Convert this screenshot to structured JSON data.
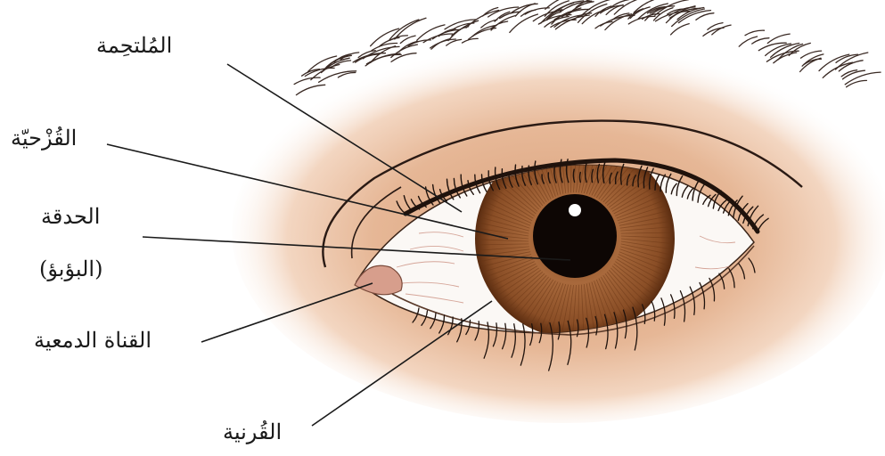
{
  "labels": {
    "conjunctiva": "المُلتحِمة",
    "iris": "القُزْحيّة",
    "pupil": "الحدقة",
    "pupil_alt": "(البؤبؤ)",
    "tear_duct": "القناة الدمعية",
    "cornea": "القُرنية"
  },
  "colors": {
    "skin": "#e3b18f",
    "skin_light": "#f6e2d2",
    "iris": "#9a5a30",
    "iris_dark": "#6b3716",
    "pupil": "#0d0604",
    "lash": "#2a1a14",
    "leader_line": "#1a1a1a"
  }
}
